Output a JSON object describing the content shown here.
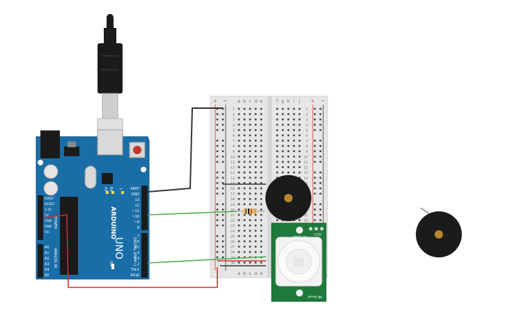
{
  "arduino": {
    "brand": "ARDUINO",
    "model": "UNO",
    "tx": "TX",
    "rx": "RX",
    "l": "L",
    "on": "ON",
    "power_title": "POWER",
    "analog_title": "ANALOG IN",
    "digital_title": "DIGITAL (PWM~)",
    "power_pins": [
      "IOREF",
      "RESET",
      "3.3V",
      "5V",
      "GND",
      "GND",
      "Vin"
    ],
    "analog_pins": [
      "A0",
      "A1",
      "A2",
      "A3",
      "A4",
      "A5"
    ],
    "digital_top": [
      "AREF",
      "GND",
      "13",
      "12",
      "~11",
      "~10",
      "~9",
      "8"
    ],
    "digital_bottom": [
      "7",
      "~6",
      "~5",
      "4",
      "~3",
      "2",
      "TX▸1",
      "RX◂0"
    ]
  },
  "breadboard": {
    "cols_left": [
      "a",
      "b",
      "c",
      "d",
      "e"
    ],
    "cols_right": [
      "f",
      "g",
      "h",
      "i",
      "j"
    ],
    "plus": "+",
    "minus": "−",
    "row_numbers": [
      "1",
      "2",
      "3",
      "4",
      "5",
      "6",
      "7",
      "8",
      "9",
      "10",
      "11",
      "12",
      "13",
      "14",
      "15",
      "16",
      "17",
      "18",
      "19",
      "20",
      "21",
      "22",
      "23",
      "24",
      "25",
      "26",
      "27",
      "28",
      "29",
      "30"
    ]
  },
  "pir": {
    "label_top": "HC-SR501",
    "label_bottom": "PIR Sensor",
    "pin_label": "–OUT+"
  },
  "colors": {
    "board": "#1a6ea8",
    "board_dark": "#0f4f7d",
    "wire_black": "#333333",
    "wire_green": "#4caf50",
    "wire_red": "#d32f2f",
    "pcb_green": "#1e7a3c",
    "buzzer": "#1b1b1b",
    "buzzer_center": "#b8872d"
  }
}
